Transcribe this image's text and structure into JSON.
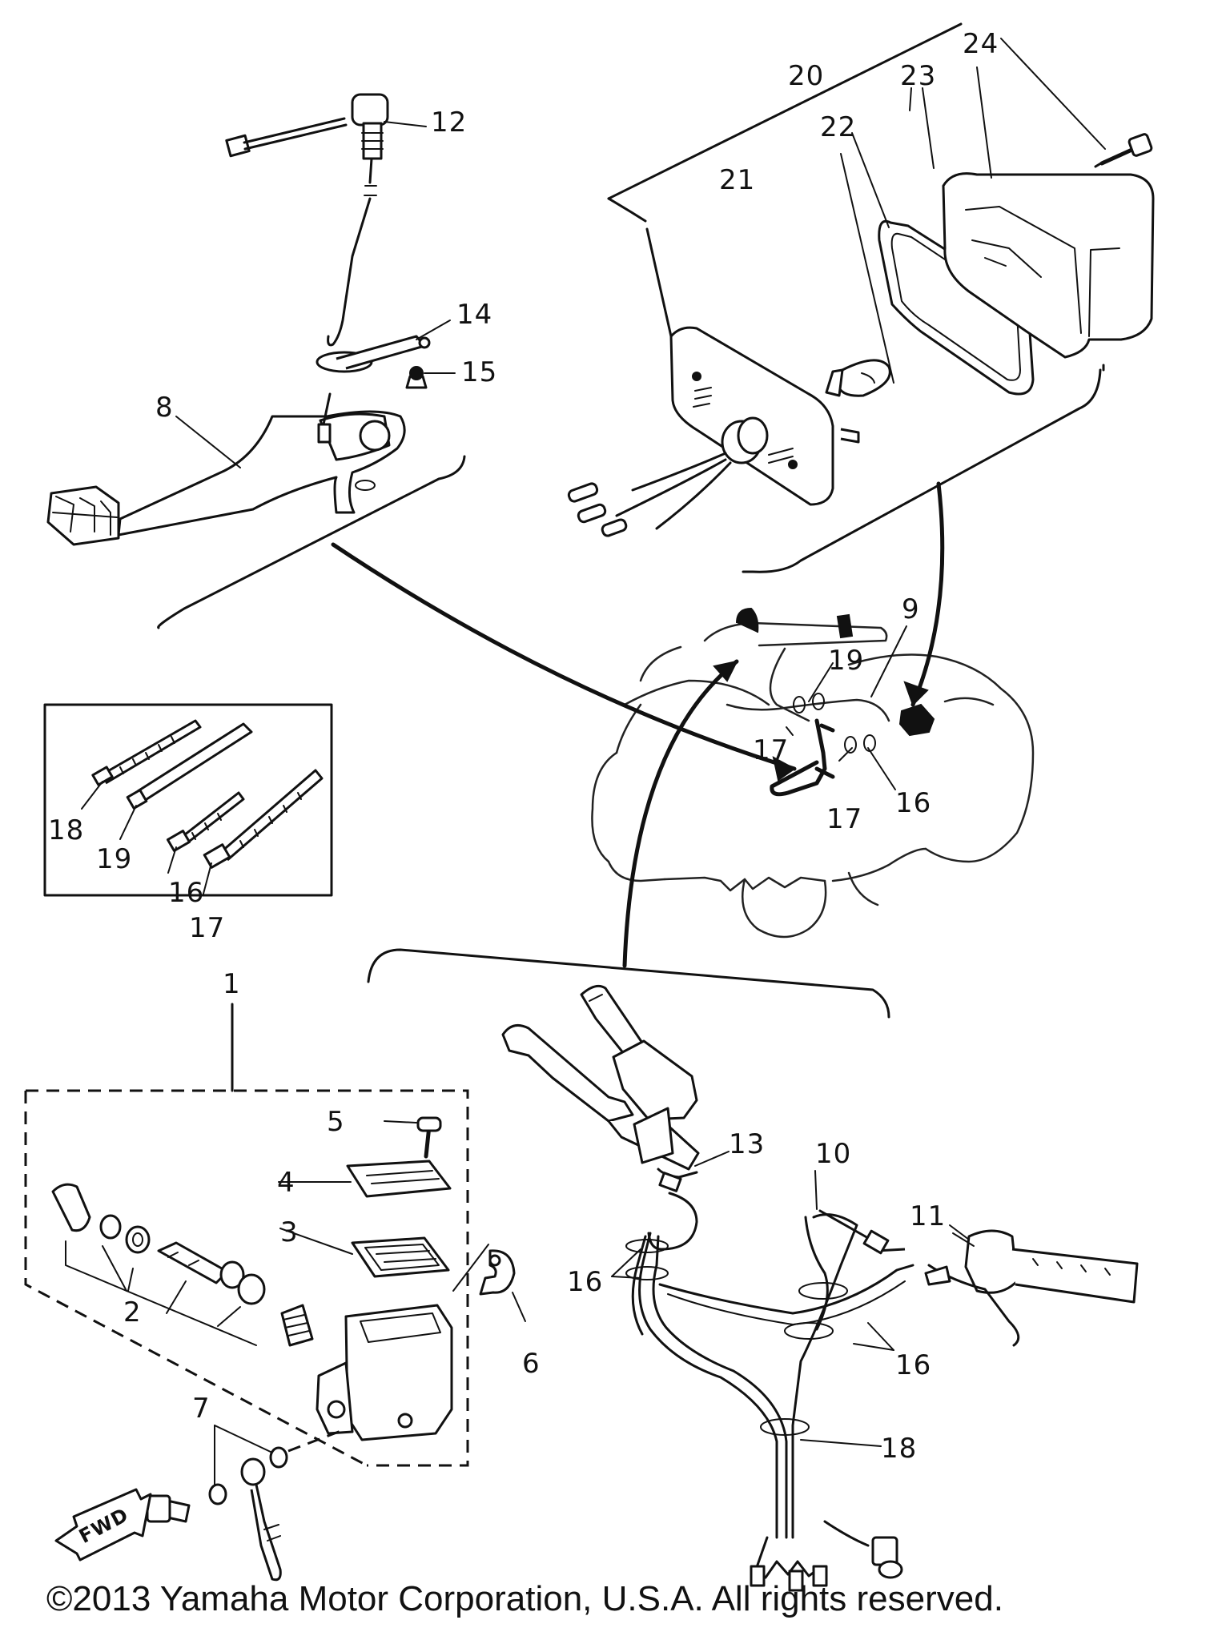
{
  "diagram": {
    "copyright": "©2013 Yamaha Motor Corporation, U.S.A. All rights reserved.",
    "fwd_label": "FWD",
    "callouts": {
      "c1": "1",
      "c2": "2",
      "c3": "3",
      "c4": "4",
      "c5": "5",
      "c6": "6",
      "c7": "7",
      "c8": "8",
      "c9": "9",
      "c10": "10",
      "c11": "11",
      "c12": "12",
      "c13": "13",
      "c14": "14",
      "c15": "15",
      "c16a": "16",
      "c16b": "16",
      "c16c": "16",
      "c16d": "16",
      "c17a": "17",
      "c17b": "17",
      "c17c": "17",
      "c18a": "18",
      "c18b": "18",
      "c19a": "19",
      "c19b": "19",
      "c20": "20",
      "c21": "21",
      "c22": "22",
      "c23": "23",
      "c24": "24"
    }
  }
}
